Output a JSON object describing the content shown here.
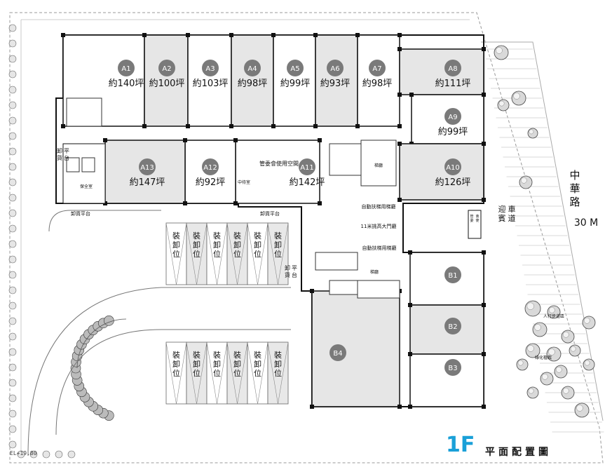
{
  "title": {
    "floor": "1F",
    "text": "平面配置圖"
  },
  "elevation": "EL+19.80",
  "road": {
    "name": "中華路",
    "width": "30 M"
  },
  "units": [
    {
      "id": "A1",
      "area": "約140坪"
    },
    {
      "id": "A2",
      "area": "約100坪"
    },
    {
      "id": "A3",
      "area": "約103坪"
    },
    {
      "id": "A4",
      "area": "約98坪"
    },
    {
      "id": "A5",
      "area": "約99坪"
    },
    {
      "id": "A6",
      "area": "約93坪"
    },
    {
      "id": "A7",
      "area": "約98坪"
    },
    {
      "id": "A8",
      "area": "約111坪"
    },
    {
      "id": "A9",
      "area": "約99坪"
    },
    {
      "id": "A10",
      "area": "約126坪"
    },
    {
      "id": "A11",
      "area": "約142坪"
    },
    {
      "id": "A12",
      "area": "約92坪"
    },
    {
      "id": "A13",
      "area": "約147坪"
    },
    {
      "id": "B1",
      "area": ""
    },
    {
      "id": "B2",
      "area": ""
    },
    {
      "id": "B3",
      "area": ""
    },
    {
      "id": "B4",
      "area": ""
    }
  ],
  "labels": {
    "management_space": "管委會使用空間",
    "guest_lane": "迎賓車道",
    "management_room": "管委會使用空間",
    "hall": "11米挑高大門廳",
    "walkway_upper": "自動扶梯用梯廳",
    "walkway_lower": "自動扶梯用梯廳",
    "loading_platform_left": "卸貨平台",
    "loading_platform_top_left": "卸貨平台",
    "loading_platform_top_mid": "卸貨平台",
    "loading_platform_mid": "卸貨平台",
    "loading_bay": "裝卸位",
    "waiting_room": "中待室",
    "lobby": "梯廳",
    "security": "保全室",
    "sidewalk": "人行步道區",
    "green": "綠化植栽",
    "toilet_m": "男廁",
    "toilet_f": "女廁"
  }
}
